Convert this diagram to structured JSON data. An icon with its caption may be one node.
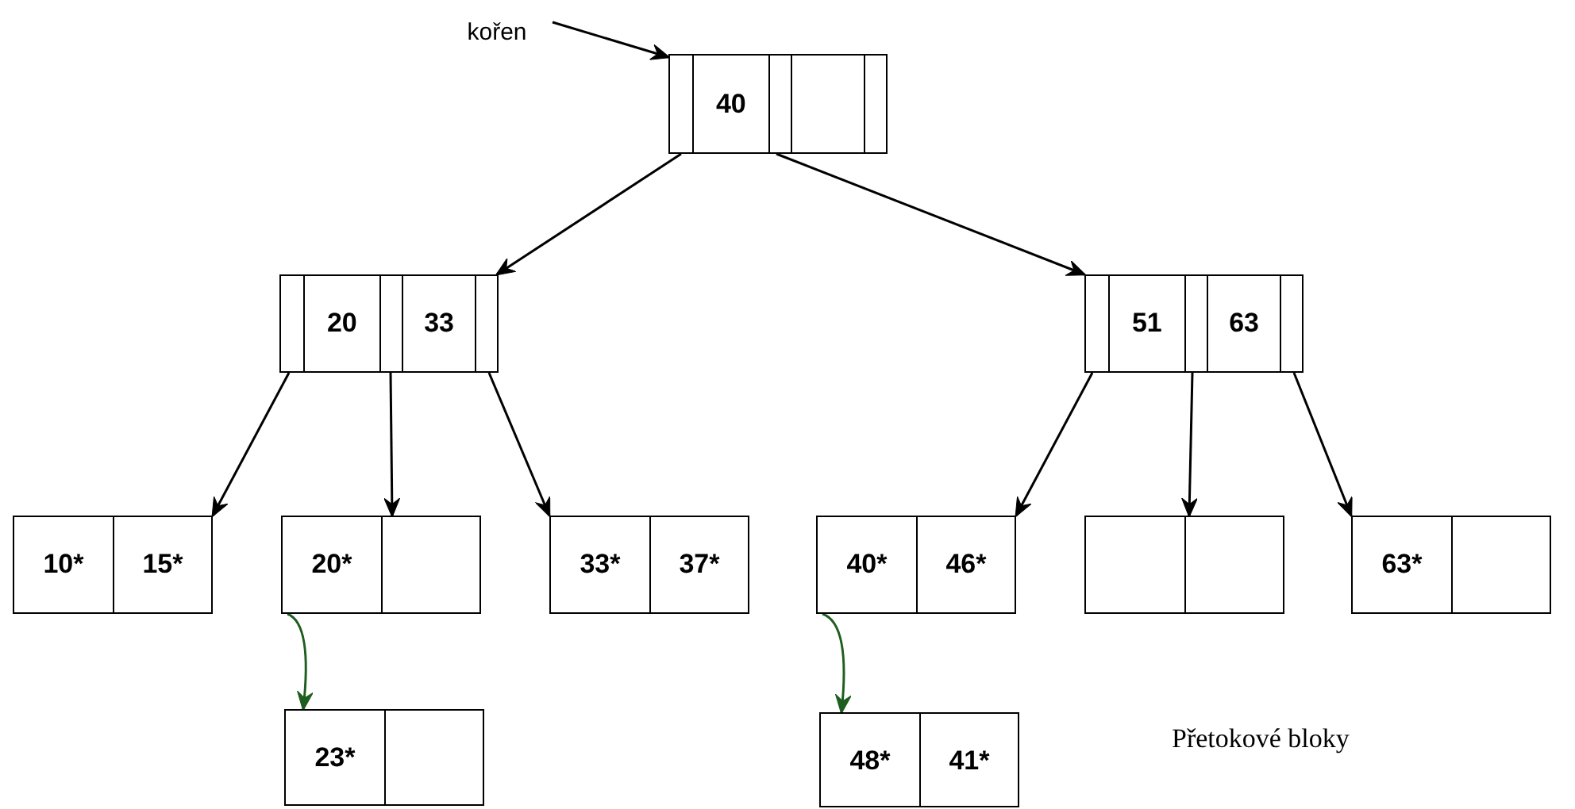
{
  "diagram": {
    "nodes": [
      {
        "text": [
          "kořen"
        ]
      },
      {
        "text": [
          "40"
        ]
      },
      {
        "text": [
          "20",
          "33"
        ]
      },
      {
        "text": [
          "51",
          "63"
        ]
      },
      {
        "text": [
          "10*",
          "15*"
        ]
      },
      {
        "text": [
          "20*"
        ]
      },
      {
        "text": [
          "33*",
          "37*"
        ]
      },
      {
        "text": [
          "40*",
          "46*"
        ]
      },
      {
        "text": [],
        "shape": "box"
      },
      {
        "text": [
          "63*"
        ]
      },
      {
        "text": [
          "23*"
        ]
      },
      {
        "text": [
          "48*",
          "41*"
        ]
      }
    ],
    "edges": [
      {
        "from": 0,
        "to": 1,
        "arrow": "to"
      },
      {
        "from": 1,
        "to": 2,
        "arrow": "to"
      },
      {
        "from": 1,
        "to": 3,
        "arrow": "to"
      },
      {
        "from": 2,
        "to": 4,
        "arrow": "to"
      },
      {
        "from": 2,
        "to": 5,
        "arrow": "to"
      },
      {
        "from": 2,
        "to": 6,
        "arrow": "to"
      },
      {
        "from": 3,
        "to": 7,
        "arrow": "to"
      },
      {
        "from": 3,
        "to": 8,
        "arrow": "to"
      },
      {
        "from": 3,
        "to": 9,
        "arrow": "to"
      },
      {
        "from": 5,
        "to": 10,
        "arrow": "to",
        "color": "#1e5e1e"
      },
      {
        "from": 7,
        "to": 11,
        "arrow": "to",
        "color": "#1e5e1e"
      }
    ],
    "labels": [
      "Přetokové bloky"
    ]
  }
}
